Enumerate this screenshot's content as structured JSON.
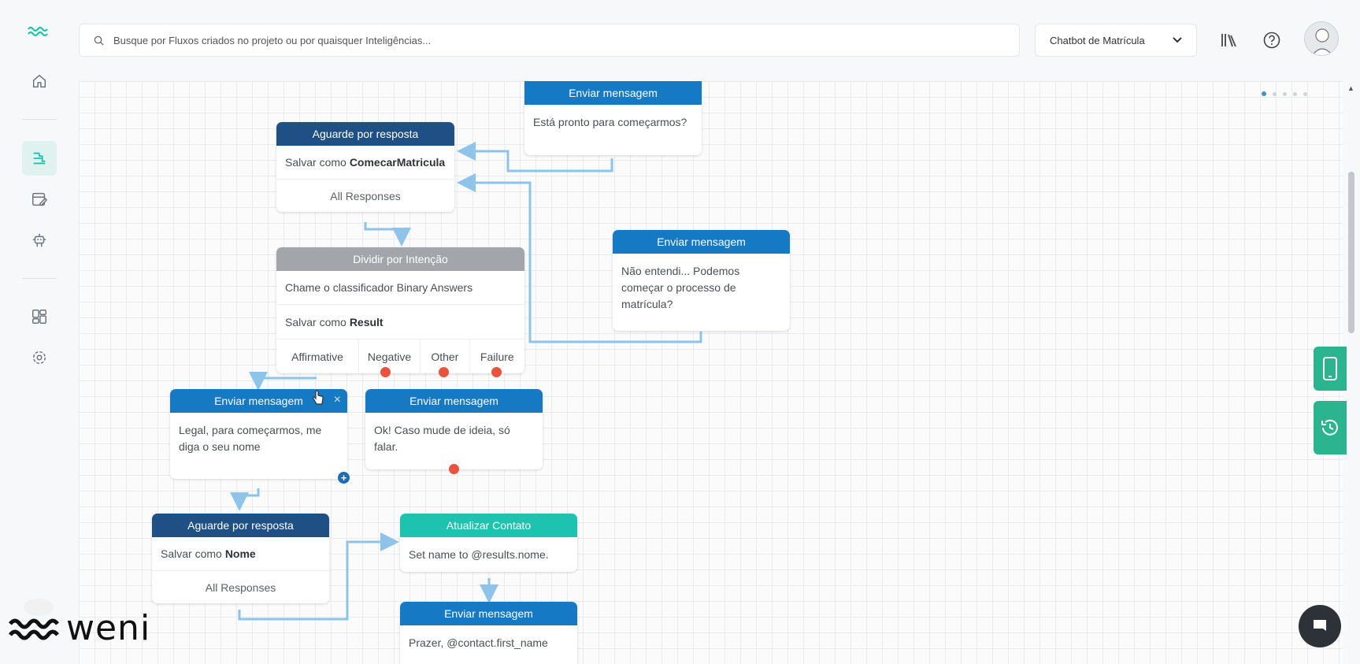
{
  "search": {
    "placeholder": "Busque por Fluxos criados no projeto ou por quaisquer Inteligências..."
  },
  "project": {
    "selected": "Chatbot de Matrícula"
  },
  "icons": {
    "logo": "weni-waves-icon",
    "home": "home-icon",
    "flows": "flows-icon",
    "editor": "edit-board-icon",
    "robot": "robot-icon",
    "dashboard": "dashboard-icon",
    "settings": "gear-icon",
    "library": "books-icon",
    "help": "help-icon",
    "phone": "phone-icon",
    "history": "history-icon",
    "chat": "chat-icon"
  },
  "colors": {
    "accent": "#1ec3b0",
    "send_message": "#1679c4",
    "wait_response": "#1e4f85",
    "split": "#a2a5a9",
    "update_contact": "#1ec3b0",
    "failure_dot": "#e8533e",
    "side_panel": "#2bb48d"
  },
  "nodes": {
    "msg_start": {
      "header": "Enviar mensagem",
      "text": "Está pronto para começarmos?"
    },
    "wait_1": {
      "header": "Aguarde por resposta",
      "save_prefix": "Salvar como",
      "save_var": "ComecarMatricula",
      "responses": "All Responses"
    },
    "msg_retry": {
      "header": "Enviar mensagem",
      "text": "Não entendi... Podemos começar o processo de matrícula?"
    },
    "split": {
      "header": "Dividir por Intenção",
      "classifier": "Chame o classificador Binary Answers",
      "save_prefix": "Salvar como",
      "save_var": "Result",
      "categories": [
        "Affirmative",
        "Negative",
        "Other",
        "Failure"
      ]
    },
    "msg_name": {
      "header": "Enviar mensagem",
      "close": "×",
      "text": "Legal, para começarmos, me diga o seu nome",
      "add": "+"
    },
    "msg_ok": {
      "header": "Enviar mensagem",
      "text": "Ok! Caso mude de ideia, só falar."
    },
    "wait_2": {
      "header": "Aguarde por resposta",
      "save_prefix": "Salvar como",
      "save_var": "Nome",
      "responses": "All Responses"
    },
    "update": {
      "header": "Atualizar Contato",
      "text": "Set name to @results.nome."
    },
    "msg_pleasure": {
      "header": "Enviar mensagem",
      "text": "Prazer, @contact.first_name"
    }
  },
  "brand": {
    "name": "weni"
  }
}
